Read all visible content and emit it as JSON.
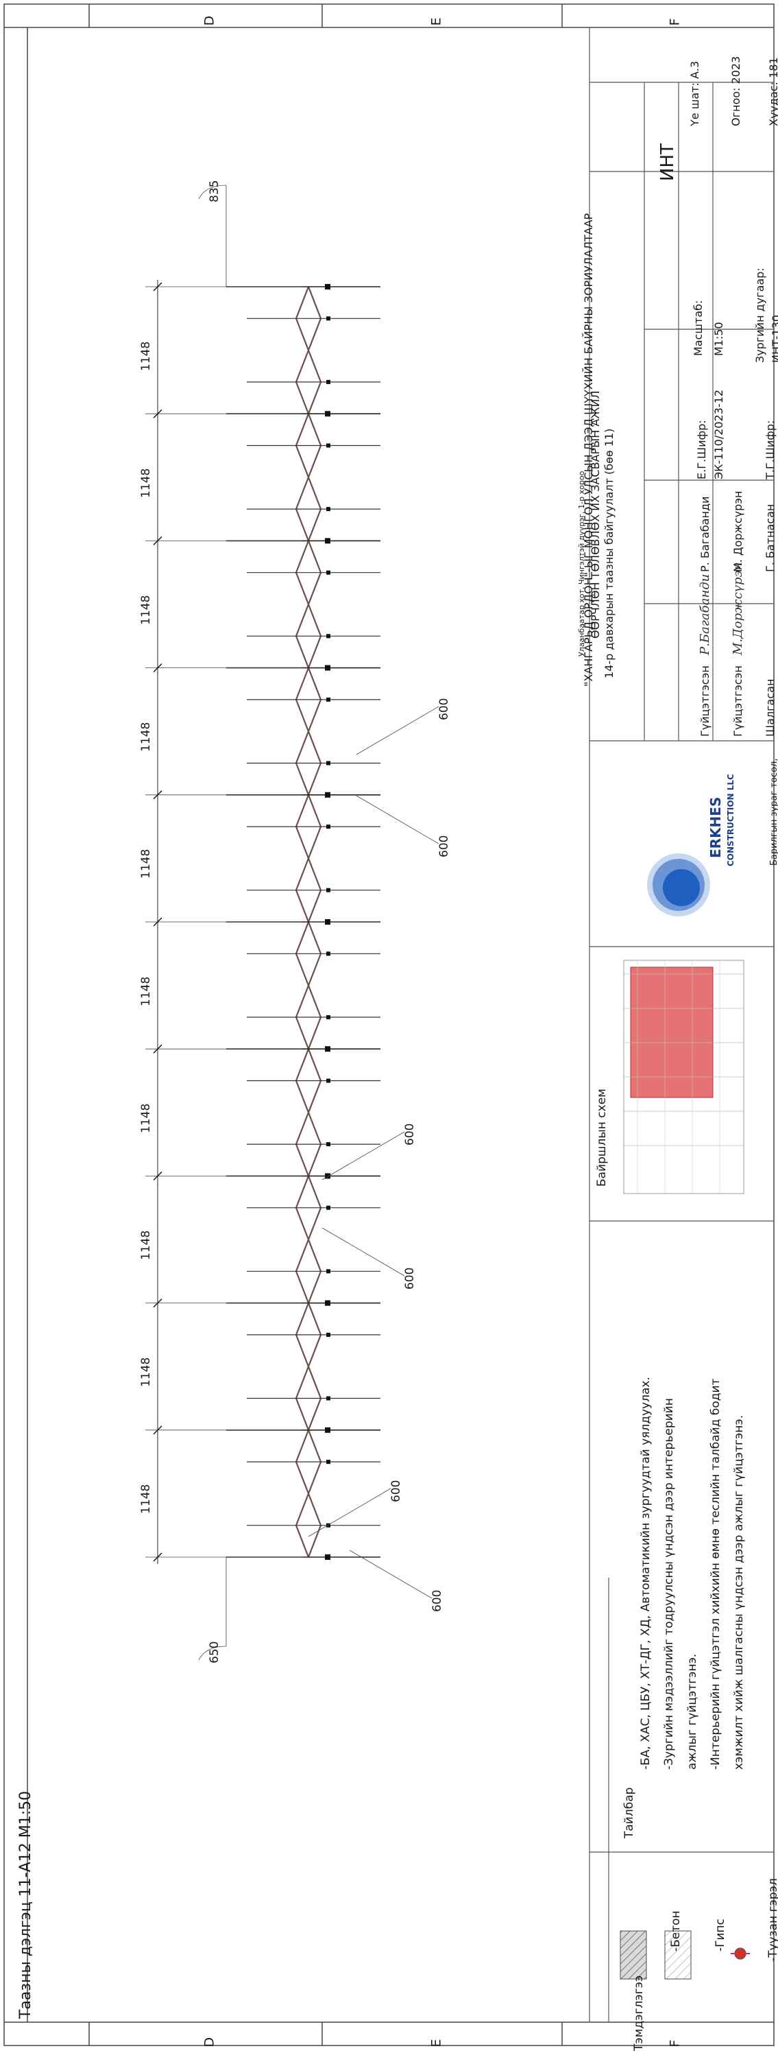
{
  "sheet_title": "Таазны дэлгэц 11-А12 М1:50",
  "grid_labels": [
    "D",
    "E",
    "F"
  ],
  "dimensions": {
    "span": "1148",
    "span_count": 10,
    "end_left": "650",
    "end_right": "835",
    "diag": "600"
  },
  "legend": {
    "header": "Тэмдэглэгээ",
    "items": [
      {
        "label": "-Бетон",
        "icon": "hatch-icon"
      },
      {
        "label": "-Гипс",
        "icon": "hatch-light-icon"
      },
      {
        "label": "-Туузан гэрэл",
        "icon": "light-dot-icon"
      }
    ]
  },
  "notes": {
    "header": "Тайлбар",
    "lines": [
      "-БА, ХАС, ЦБУ, ХТ-ДГ, ХД, Автоматикийн зургуудтай уялдуулах.",
      "-Зургийн мэдээллийг тодруулсны үндсэн дээр интерьерийн",
      "ажлыг гүйцэтгэнэ.",
      "-Интерьерийн гүйцэтгэл хийхийн өмнө теслийн талбайд бодит",
      "хэмжилт хийж шалгасны үндсэн дээр ажлыг гүйцэтгэнэ."
    ]
  },
  "location_plan": {
    "caption": "Байршлын схем",
    "highlight_color": "#e57373"
  },
  "company": {
    "name": "ERKHES",
    "sub": "CONSTRUCTION LLC",
    "footer": "Барилгын зураг төсөл,",
    "logo_color": "#1f5fbf"
  },
  "project": {
    "address": "Улаанбаатар хот, Чингэлтэй дүүрэг, 1-р хороо",
    "title_line1": "\"ХАНГАРЬД ОРДОН\"-ЫГ МОНГОЛ УЛСЫН ДЭЭД ШҮҮХИЙН БАЙРНЫ ЗОРИУЛАЛТААР",
    "title_line2": "ӨӨРЧЛӨН ТӨЛӨВЛӨХ ИХ ЗАСВАРЫН АЖИЛ",
    "drawing_name": "14-р давхарын таазны байгуулалт (бөө 11)",
    "code": "ИНТ"
  },
  "signatures": [
    {
      "role": "Гүйцэтгэсэн",
      "signature": "Р.Багабанди",
      "name": "Р. Багабанди"
    },
    {
      "role": "Гүйцэтгэсэн",
      "signature": "М.Доржсүрэн",
      "name": "М. Доржсүрэн"
    },
    {
      "role": "Шалгасан",
      "signature": "",
      "name": "Г. Батнасан"
    }
  ],
  "meta": {
    "eg_label": "Е.Г.Шифр:",
    "eg_value": "ЭК-110/2023-12",
    "tg_label": "Т.Г.Шифр:",
    "scale_label": "Масштаб:",
    "scale_value": "М1:50",
    "sheet_label": "Зургийн дугаар:",
    "sheet_value": "ИНТ-130",
    "stage": "Үе шат: А.3",
    "date": "Огноо: 2023",
    "pages": "Хуудас: 181"
  }
}
